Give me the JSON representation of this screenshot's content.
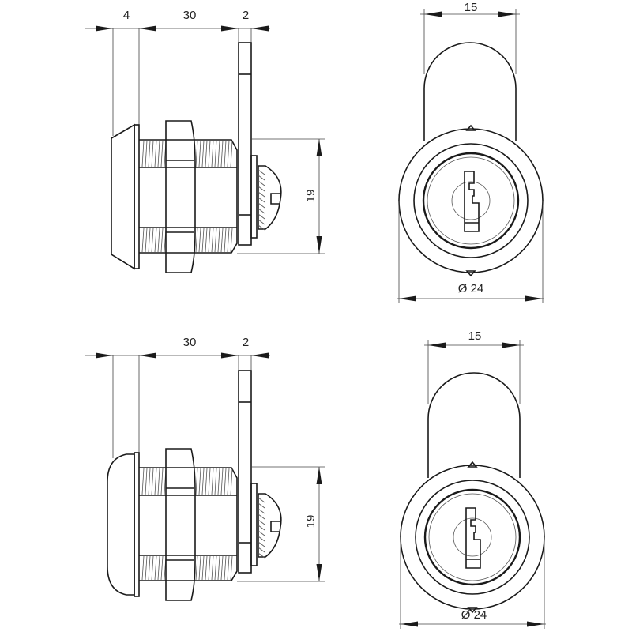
{
  "drawings": {
    "top_side": {
      "dim_cap": "4",
      "dim_body": "30",
      "dim_cam": "2",
      "dim_height": "19"
    },
    "top_front": {
      "dim_cam_width": "15",
      "dim_diameter": "Ø 24"
    },
    "bottom_side": {
      "dim_body": "30",
      "dim_cam": "2",
      "dim_height": "19"
    },
    "bottom_front": {
      "dim_cam_width": "15",
      "dim_diameter": "Ø 24"
    }
  }
}
